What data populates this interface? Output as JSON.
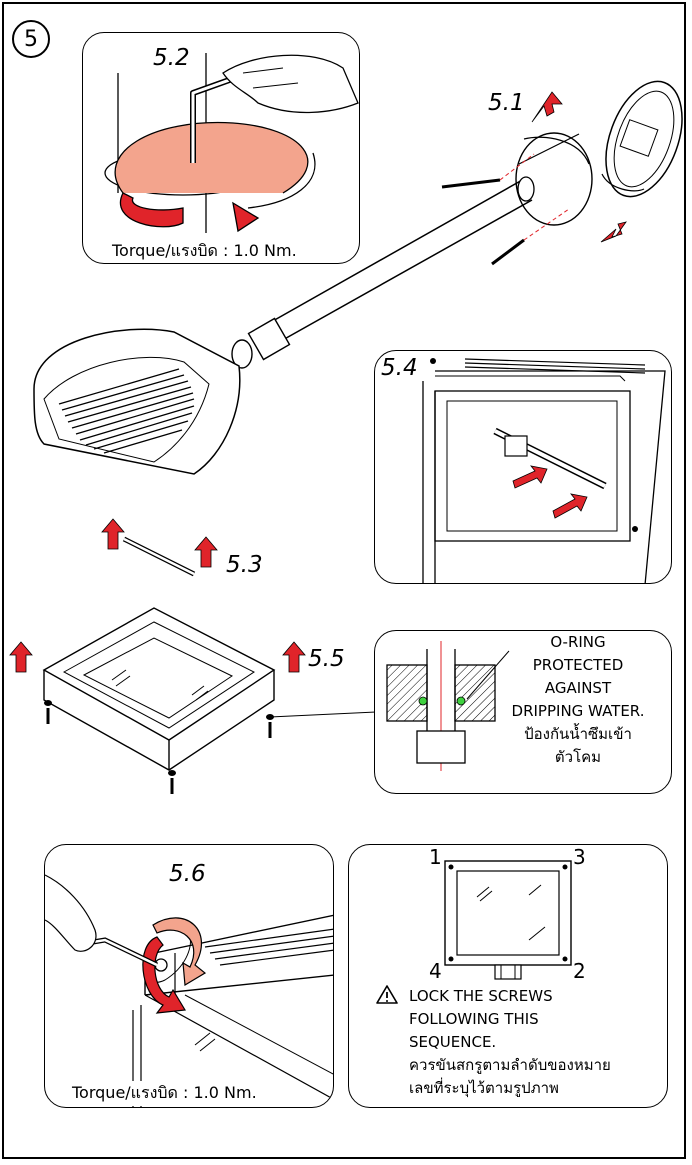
{
  "step_number": "5",
  "steps": {
    "s51": "5.1",
    "s52": "5.2",
    "s53": "5.3",
    "s54": "5.4",
    "s55": "5.5",
    "s56": "5.6"
  },
  "torque_top": "Torque/แรงบิด : 1.0 Nm.",
  "torque_bottom": "Torque/แรงบิด : 1.0 Nm.",
  "oring_note": {
    "line1": "O-RING",
    "line2": "PROTECTED",
    "line3": "AGAINST",
    "line4": "DRIPPING WATER.",
    "line5": "ป้องกันน้ำซึมเข้า",
    "line6": "ตัวโคม"
  },
  "sequence": {
    "n1": "1",
    "n2": "2",
    "n3": "3",
    "n4": "4"
  },
  "lock_note": {
    "line1": "LOCK THE SCREWS",
    "line2": "FOLLOWING THIS",
    "line3": "SEQUENCE.",
    "line4": "ควรขันสกรูตามลำดับของหมาย",
    "line5": "เลขที่ระบุไว้ตามรูปภาพ"
  },
  "colors": {
    "arrow_red": "#e0242a",
    "ring_fill": "#f3a48d",
    "oring_green": "#3fd13f"
  },
  "icons": [
    "warning-icon",
    "red-arrow-icon",
    "rotation-arrow-icon"
  ]
}
